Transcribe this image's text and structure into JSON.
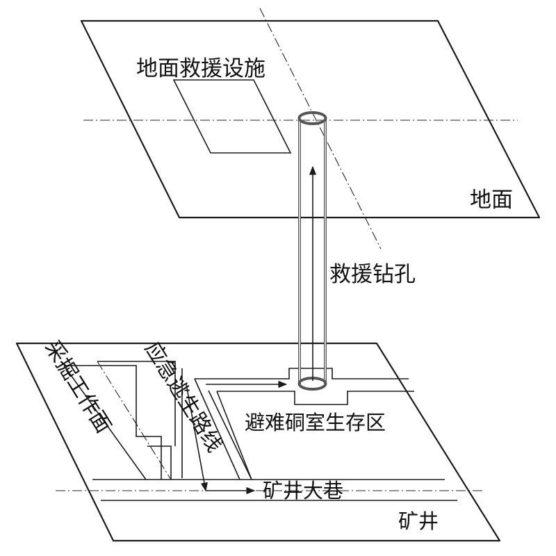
{
  "labels": {
    "surface_facility": "地面救援设施",
    "ground": "地面",
    "rescue_borehole": "救援钻孔",
    "mining_face": "采掘工作面",
    "escape_route": "应急逃生路线",
    "refuge_chamber": "避难硐室生存区",
    "main_roadway": "矿井大巷",
    "mine": "矿井"
  }
}
